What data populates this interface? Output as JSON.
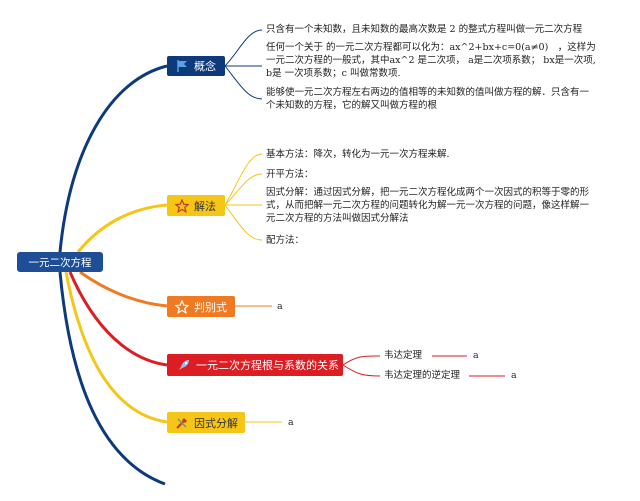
{
  "root": {
    "label": "一元二次方程"
  },
  "branches": {
    "concept": {
      "label": "概念",
      "icon": "flag-icon",
      "color": "#0c3a7a",
      "children": [
        "只含有一个未知数，且未知数的最高次数是 2 的整式方程叫做一元二次方程",
        "任何一个关于 的一元二次方程都可以化为：ax^2+bx+c=0(a≠0)　，这样为一元二次方程的一般式，其中ax^2 是二次项， a是二次项系数； bx是一次项, b是 一次项系数；c 叫做常数项.",
        "能够使一元二次方程左右两边的值相等的未知数的值叫做方程的解．只含有一个未知数的方程，它的解又叫做方程的根"
      ]
    },
    "method": {
      "label": "解法",
      "icon": "star-icon",
      "color": "#f5c518",
      "children": [
        "基本方法：降次，转化为一元一次方程来解.",
        "开平方法：",
        "因式分解：通过因式分解，把一元二次方程化成两个一次因式的积等于零的形式，从而把解一元二次方程的问题转化为解一元一次方程的问题，像这样解一元二次方程的方法叫做因式分解法",
        "配方法："
      ]
    },
    "discriminant": {
      "label": "判别式",
      "icon": "star-icon",
      "color": "#ef7a22",
      "children": [
        "a"
      ]
    },
    "roots": {
      "label": "一元二次方程根与系数的关系",
      "icon": "rocket-icon",
      "color": "#dc1d23",
      "children": [
        {
          "label": "韦达定理",
          "value": "a"
        },
        {
          "label": "韦达定理的逆定理",
          "value": "a"
        }
      ]
    },
    "factor": {
      "label": "因式分解",
      "icon": "tools-icon",
      "color": "#f5c518",
      "children": [
        "a"
      ]
    }
  }
}
